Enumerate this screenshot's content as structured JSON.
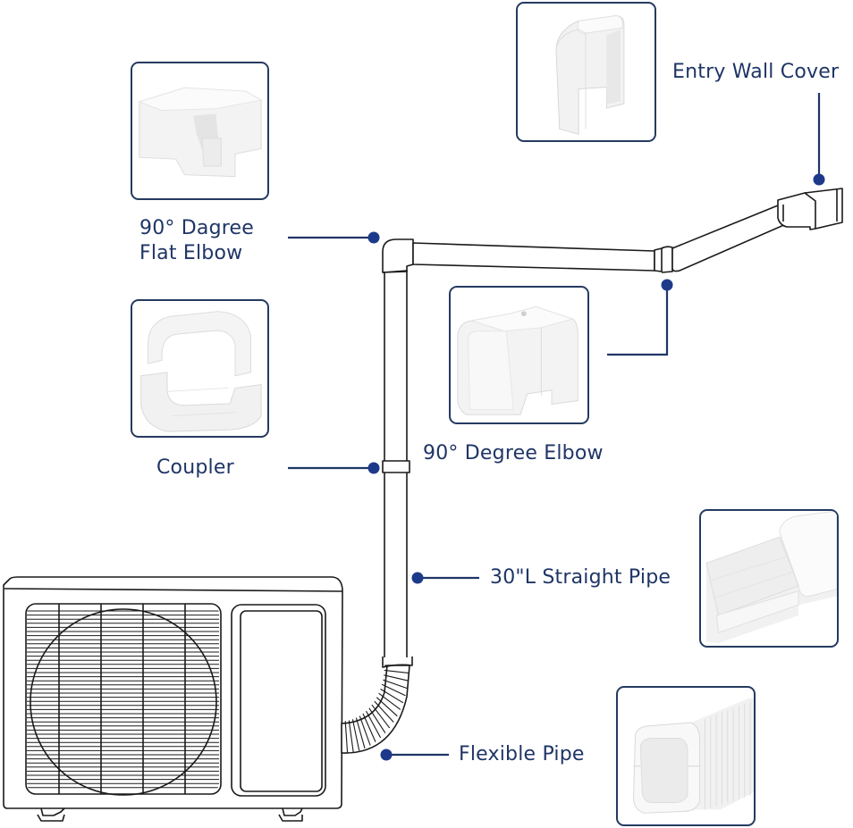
{
  "diagram": {
    "title": "AC line set cover kit components",
    "accent_color": "#1f3566",
    "dot_color": "#1d3a8a",
    "components": [
      {
        "id": "entry-wall-cover",
        "label": "Entry Wall Cover",
        "icon": "entry-wall-cover-icon"
      },
      {
        "id": "flat-elbow",
        "label_line1": "90° Dagree",
        "label_line2": "Flat Elbow",
        "icon": "flat-elbow-icon"
      },
      {
        "id": "degree-elbow",
        "label": "90° Degree Elbow",
        "icon": "degree-elbow-icon"
      },
      {
        "id": "coupler",
        "label": "Coupler",
        "icon": "coupler-icon"
      },
      {
        "id": "straight-pipe",
        "label": "30\"L Straight Pipe",
        "icon": "straight-pipe-icon"
      },
      {
        "id": "flexible-pipe",
        "label": "Flexible Pipe",
        "icon": "flexible-pipe-icon"
      }
    ],
    "unit": {
      "name": "outdoor AC condenser unit"
    }
  }
}
